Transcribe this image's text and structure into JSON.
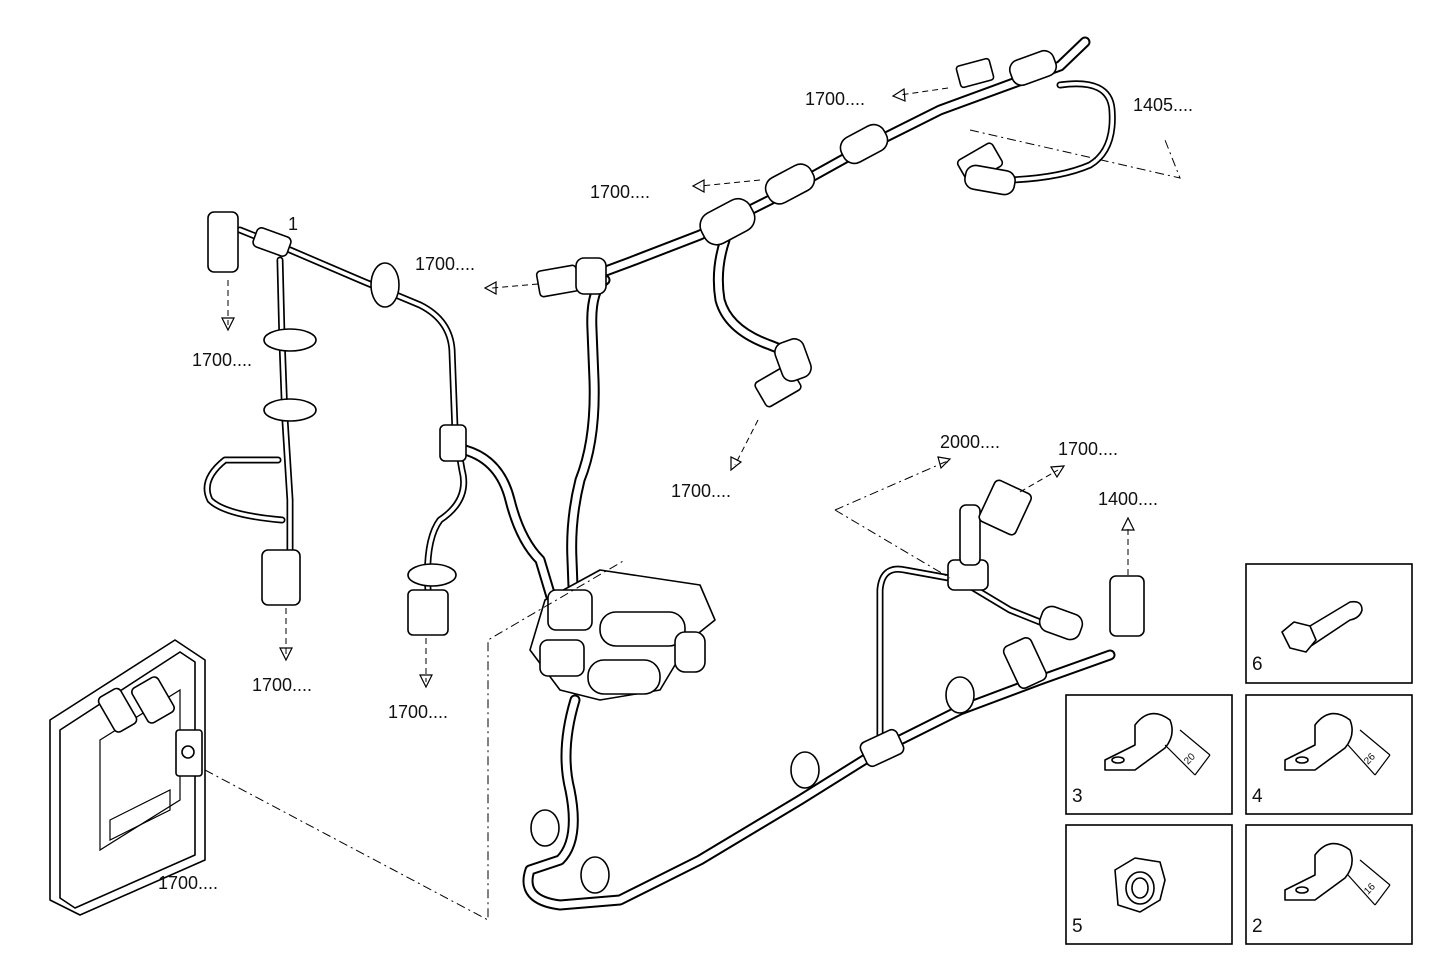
{
  "diagram": {
    "callouts": {
      "item_1": "1",
      "ref_top_a": "1700....",
      "ref_top_b": "1700....",
      "ref_mid_a": "1700....",
      "ref_left_a": "1700....",
      "ref_left_b": "1700....",
      "ref_left_c": "1700....",
      "ref_mid_b": "1700....",
      "ref_ecu": "1700....",
      "ref_right_a": "1700....",
      "ref_1405": "1405....",
      "ref_2000": "2000....",
      "ref_1400": "1400...."
    },
    "detail_boxes": {
      "box_6": {
        "number": "6"
      },
      "box_3": {
        "number": "3",
        "dimension": "20"
      },
      "box_4": {
        "number": "4",
        "dimension": "26"
      },
      "box_5": {
        "number": "5"
      },
      "box_2": {
        "number": "2",
        "dimension": "16"
      }
    }
  }
}
